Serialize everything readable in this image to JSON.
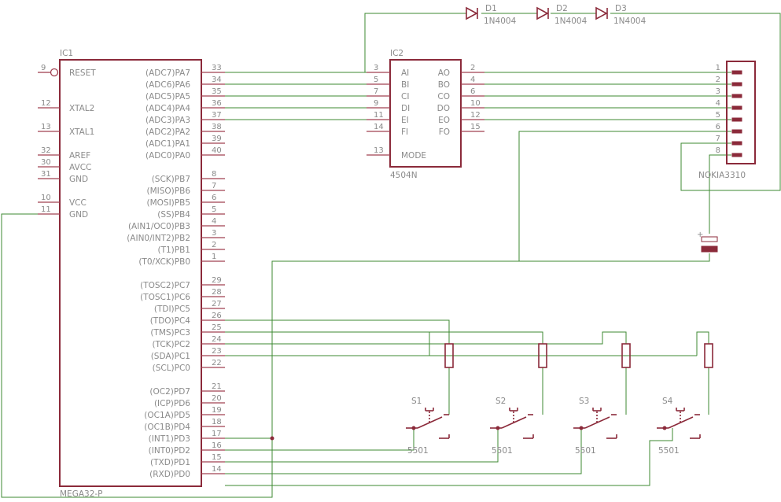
{
  "ic1": {
    "name": "IC1",
    "value": "MEGA32-P",
    "left_pins": [
      {
        "num": "9",
        "label": "RESET",
        "inverted": true
      },
      {
        "num": "12",
        "label": "XTAL2"
      },
      {
        "num": "13",
        "label": "XTAL1"
      },
      {
        "num": "32",
        "label": "AREF"
      },
      {
        "num": "30",
        "label": "AVCC"
      },
      {
        "num": "31",
        "label": "GND"
      },
      {
        "num": "10",
        "label": "VCC"
      },
      {
        "num": "11",
        "label": "GND"
      }
    ],
    "right_pins": [
      {
        "num": "33",
        "label": "(ADC7)PA7"
      },
      {
        "num": "34",
        "label": "(ADC6)PA6"
      },
      {
        "num": "35",
        "label": "(ADC5)PA5"
      },
      {
        "num": "36",
        "label": "(ADC4)PA4"
      },
      {
        "num": "37",
        "label": "(ADC3)PA3"
      },
      {
        "num": "38",
        "label": "(ADC2)PA2"
      },
      {
        "num": "39",
        "label": "(ADC1)PA1"
      },
      {
        "num": "40",
        "label": "(ADC0)PA0"
      },
      {
        "num": "8",
        "label": "(SCK)PB7"
      },
      {
        "num": "7",
        "label": "(MISO)PB6"
      },
      {
        "num": "6",
        "label": "(MOSI)PB5"
      },
      {
        "num": "5",
        "label": "(SS)PB4"
      },
      {
        "num": "4",
        "label": "(AIN1/OC0)PB3"
      },
      {
        "num": "3",
        "label": "(AIN0/INT2)PB2"
      },
      {
        "num": "2",
        "label": "(T1)PB1"
      },
      {
        "num": "1",
        "label": "(T0/XCK)PB0"
      },
      {
        "num": "29",
        "label": "(TOSC2)PC7"
      },
      {
        "num": "28",
        "label": "(TOSC1)PC6"
      },
      {
        "num": "27",
        "label": "(TDI)PC5"
      },
      {
        "num": "26",
        "label": "(TDO)PC4"
      },
      {
        "num": "25",
        "label": "(TMS)PC3"
      },
      {
        "num": "24",
        "label": "(TCK)PC2"
      },
      {
        "num": "23",
        "label": "(SDA)PC1"
      },
      {
        "num": "22",
        "label": "(SCL)PC0"
      },
      {
        "num": "21",
        "label": "(OC2)PD7"
      },
      {
        "num": "20",
        "label": "(ICP)PD6"
      },
      {
        "num": "19",
        "label": "(OC1A)PD5"
      },
      {
        "num": "18",
        "label": "(OC1B)PD4"
      },
      {
        "num": "17",
        "label": "(INT1)PD3"
      },
      {
        "num": "16",
        "label": "(INT0)PD2"
      },
      {
        "num": "15",
        "label": "(TXD)PD1"
      },
      {
        "num": "14",
        "label": "(RXD)PD0"
      }
    ]
  },
  "ic2": {
    "name": "IC2",
    "value": "4504N",
    "left_pins": [
      {
        "num": "3",
        "label": "AI"
      },
      {
        "num": "5",
        "label": "BI"
      },
      {
        "num": "7",
        "label": "CI"
      },
      {
        "num": "9",
        "label": "DI"
      },
      {
        "num": "11",
        "label": "EI"
      },
      {
        "num": "14",
        "label": "FI"
      },
      {
        "num": "13",
        "label": "MODE"
      }
    ],
    "right_pins": [
      {
        "num": "2",
        "label": "AO"
      },
      {
        "num": "4",
        "label": "BO"
      },
      {
        "num": "6",
        "label": "CO"
      },
      {
        "num": "10",
        "label": "DO"
      },
      {
        "num": "12",
        "label": "EO"
      },
      {
        "num": "15",
        "label": "FO"
      }
    ]
  },
  "connector": {
    "value": "NOKIA3310",
    "pins": [
      "1",
      "2",
      "3",
      "4",
      "5",
      "6",
      "7",
      "8"
    ]
  },
  "diodes": [
    {
      "name": "D1",
      "value": "1N4004"
    },
    {
      "name": "D2",
      "value": "1N4004"
    },
    {
      "name": "D3",
      "value": "1N4004"
    }
  ],
  "switches": [
    {
      "name": "S1",
      "value": "5501"
    },
    {
      "name": "S2",
      "value": "5501"
    },
    {
      "name": "S3",
      "value": "5501"
    },
    {
      "name": "S4",
      "value": "5501"
    }
  ],
  "capacitor": {
    "polarity": "+"
  },
  "colors": {
    "wire": "#3c8a32",
    "part": "#8b2a3a",
    "label": "#8a8a8a"
  }
}
